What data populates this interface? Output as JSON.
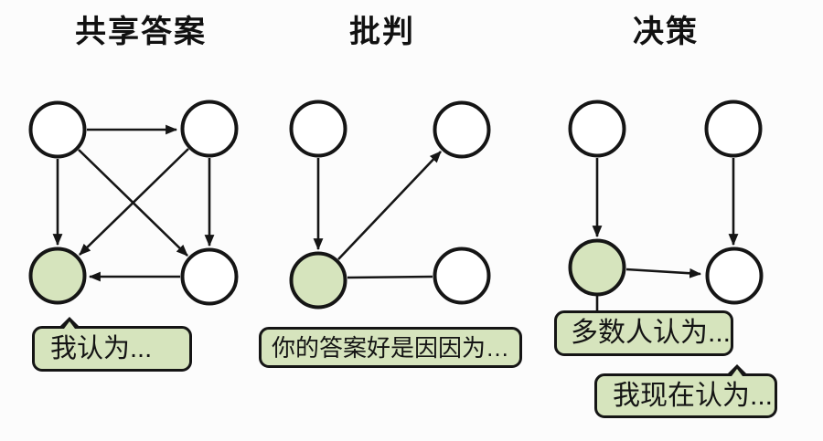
{
  "panels": [
    {
      "id": "share-answers",
      "title": "共享答案",
      "highlighted_node": "bottom-left",
      "edges": [
        {
          "from": "top-left",
          "to": "top-right",
          "directed": true
        },
        {
          "from": "top-left",
          "to": "bottom-left",
          "directed": true
        },
        {
          "from": "top-left",
          "to": "bottom-right",
          "directed": true
        },
        {
          "from": "top-right",
          "to": "bottom-left",
          "directed": true
        },
        {
          "from": "top-right",
          "to": "bottom-right",
          "directed": true
        },
        {
          "from": "bottom-right",
          "to": "bottom-left",
          "directed": true
        }
      ],
      "bubbles": [
        {
          "text": "我认为...",
          "attached_to": "bottom-left"
        }
      ]
    },
    {
      "id": "critique",
      "title": "批判",
      "highlighted_node": "bottom-left",
      "edges": [
        {
          "from": "top-left",
          "to": "bottom-left",
          "directed": true
        },
        {
          "from": "bottom-left",
          "to": "top-right",
          "directed": true
        },
        {
          "from": "bottom-left",
          "to": "bottom-right",
          "directed": false
        }
      ],
      "bubbles": [
        {
          "text": "你的答案好是因因为…",
          "attached_to": "bottom-left"
        }
      ]
    },
    {
      "id": "decision",
      "title": "决策",
      "highlighted_node": "bottom-left",
      "edges": [
        {
          "from": "top-left",
          "to": "bottom-left",
          "directed": true
        },
        {
          "from": "top-right",
          "to": "bottom-right",
          "directed": true
        },
        {
          "from": "bottom-left",
          "to": "bottom-right",
          "directed": true
        }
      ],
      "bubbles": [
        {
          "text": "多数人认为...",
          "attached_to": "bottom-left"
        },
        {
          "text": "我现在认为...",
          "attached_to": "bottom-right"
        }
      ]
    }
  ],
  "colors": {
    "highlight_node_fill": "#d6e4bd",
    "node_fill": "#ffffff",
    "stroke": "#151515",
    "bubble_fill": "#d6e4bd",
    "background": "#fcfcfc"
  }
}
